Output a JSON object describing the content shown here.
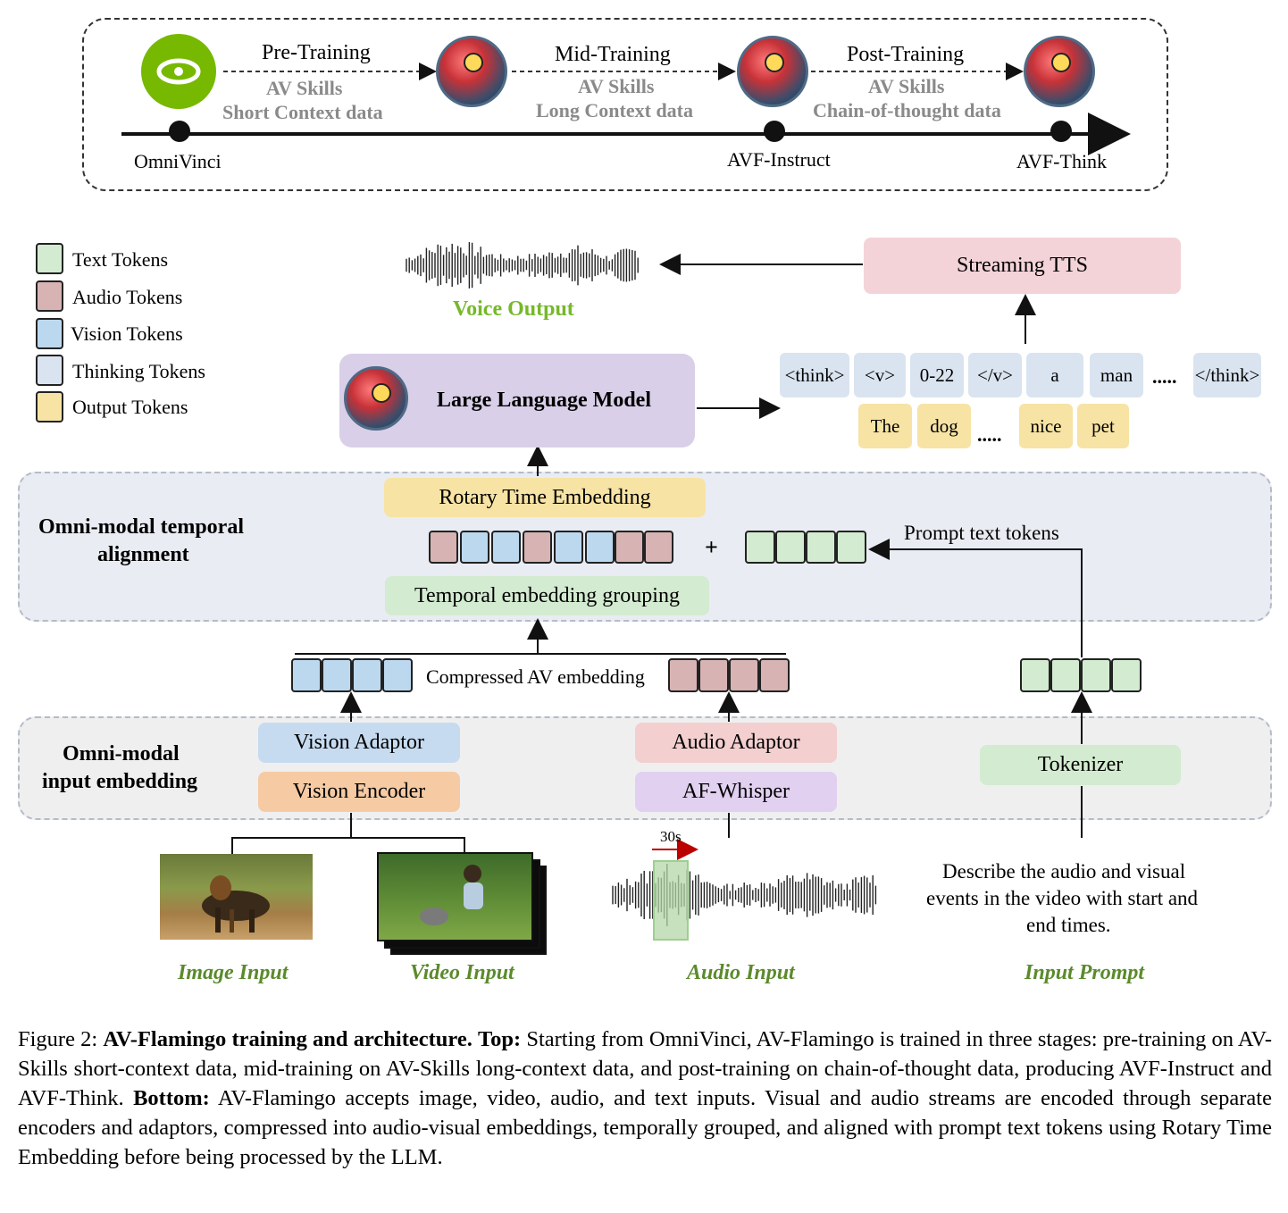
{
  "training": {
    "stages": [
      {
        "name": "Pre-Training",
        "sub1": "AV Skills",
        "sub2": "Short Context data"
      },
      {
        "name": "Mid-Training",
        "sub1": "AV Skills",
        "sub2": "Long Context data"
      },
      {
        "name": "Post-Training",
        "sub1": "AV Skills",
        "sub2": "Chain-of-thought data"
      }
    ],
    "milestones": [
      "OmniVinci",
      "AVF-Instruct",
      "AVF-Think"
    ]
  },
  "legend": [
    {
      "label": "Text Tokens",
      "color": "#d3ebd0"
    },
    {
      "label": "Audio Tokens",
      "color": "#d7b3b3"
    },
    {
      "label": "Vision Tokens",
      "color": "#bcd8ee"
    },
    {
      "label": "Thinking Tokens",
      "color": "#dae4f0"
    },
    {
      "label": "Output Tokens",
      "color": "#f7e3a4"
    }
  ],
  "output": {
    "voice_label": "Voice Output",
    "tts_label": "Streaming TTS"
  },
  "llm": {
    "label": "Large Language Model"
  },
  "thinking_tokens": [
    "<think>",
    "<v>",
    "0-22",
    "</v>",
    "a",
    "man",
    ".....",
    "</think>"
  ],
  "output_tokens": [
    "The",
    "dog",
    ".....",
    "nice",
    "pet"
  ],
  "alignment": {
    "region_label_1": "Omni-modal temporal",
    "region_label_2": "alignment",
    "rotary": "Rotary Time Embedding",
    "grouping": "Temporal embedding grouping",
    "plus": "+",
    "prompt_tokens_label": "Prompt text tokens"
  },
  "compressed_label": "Compressed AV embedding",
  "input_embedding": {
    "region_label_1": "Omni-modal",
    "region_label_2": "input embedding",
    "vision_adaptor": "Vision Adaptor",
    "vision_encoder": "Vision Encoder",
    "audio_adaptor": "Audio Adaptor",
    "af_whisper": "AF-Whisper",
    "tokenizer": "Tokenizer"
  },
  "inputs": {
    "audio_window": "30s",
    "prompt_text_1": "Describe the audio and visual",
    "prompt_text_2": "events in the video with start and",
    "prompt_text_3": "end times.",
    "image_label": "Image Input",
    "video_label": "Video Input",
    "audio_label": "Audio Input",
    "prompt_label": "Input Prompt"
  },
  "caption": {
    "prefix": "Figure 2: ",
    "title": "AV-Flamingo training and architecture.",
    "top_label": "Top:",
    "top_text": " Starting from OmniVinci, AV-Flamingo is trained in three stages: pre-training on AV-Skills short-context data, mid-training on AV-Skills long-context data, and post-training on chain-of-thought data, producing AVF-Instruct and AVF-Think. ",
    "bottom_label": "Bottom:",
    "bottom_text": " AV-Flamingo accepts image, video, audio, and text inputs. Visual and audio streams are encoded through separate encoders and adaptors, compressed into audio-visual embeddings, temporally grouped, and aligned with prompt text tokens using Rotary Time Embedding before being processed by the LLM."
  },
  "colors": {
    "green_label": "#76b82a",
    "italic_green": "#5b8a2c",
    "llm_box": "#d9cfe8",
    "tts_box": "#f3d3d8",
    "rotary_box": "#f7e3a4",
    "grouping_box": "#d3ebd0",
    "vision_adaptor_box": "#c6dbef",
    "vision_encoder_box": "#f6caa3",
    "audio_adaptor_box": "#f3cfcf",
    "af_whisper_box": "#e1d0f0",
    "tokenizer_box": "#d3ebd0",
    "region_fill": "#e9ecf2"
  }
}
